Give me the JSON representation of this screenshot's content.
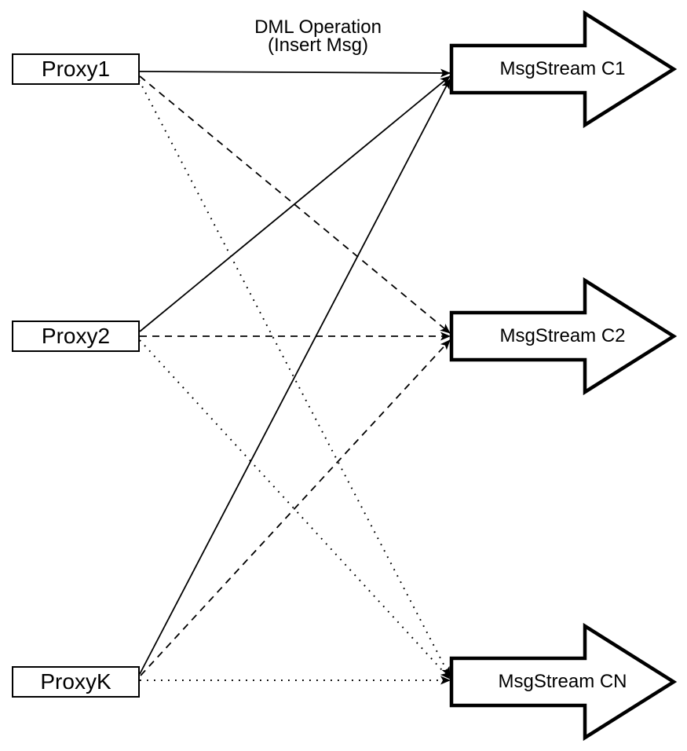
{
  "note": {
    "line1": "DML Operation",
    "line2": "(Insert Msg)"
  },
  "proxies": [
    {
      "label": "Proxy1"
    },
    {
      "label": "Proxy2"
    },
    {
      "label": "ProxyK"
    }
  ],
  "streams": [
    {
      "label": "MsgStream C1"
    },
    {
      "label": "MsgStream C2"
    },
    {
      "label": "MsgStream CN"
    }
  ],
  "connections": [
    {
      "from": "Proxy1",
      "to": "MsgStream C1",
      "style": "solid"
    },
    {
      "from": "Proxy2",
      "to": "MsgStream C1",
      "style": "solid"
    },
    {
      "from": "ProxyK",
      "to": "MsgStream C1",
      "style": "solid"
    },
    {
      "from": "Proxy1",
      "to": "MsgStream C2",
      "style": "dashed"
    },
    {
      "from": "Proxy2",
      "to": "MsgStream C2",
      "style": "dashed"
    },
    {
      "from": "ProxyK",
      "to": "MsgStream C2",
      "style": "dashed"
    },
    {
      "from": "Proxy1",
      "to": "MsgStream CN",
      "style": "dotted"
    },
    {
      "from": "Proxy2",
      "to": "MsgStream CN",
      "style": "dotted"
    },
    {
      "from": "ProxyK",
      "to": "MsgStream CN",
      "style": "dotted"
    }
  ],
  "colors": {
    "line": "#000000",
    "shape_fill": "#ffffff",
    "background": "#ffffff"
  }
}
